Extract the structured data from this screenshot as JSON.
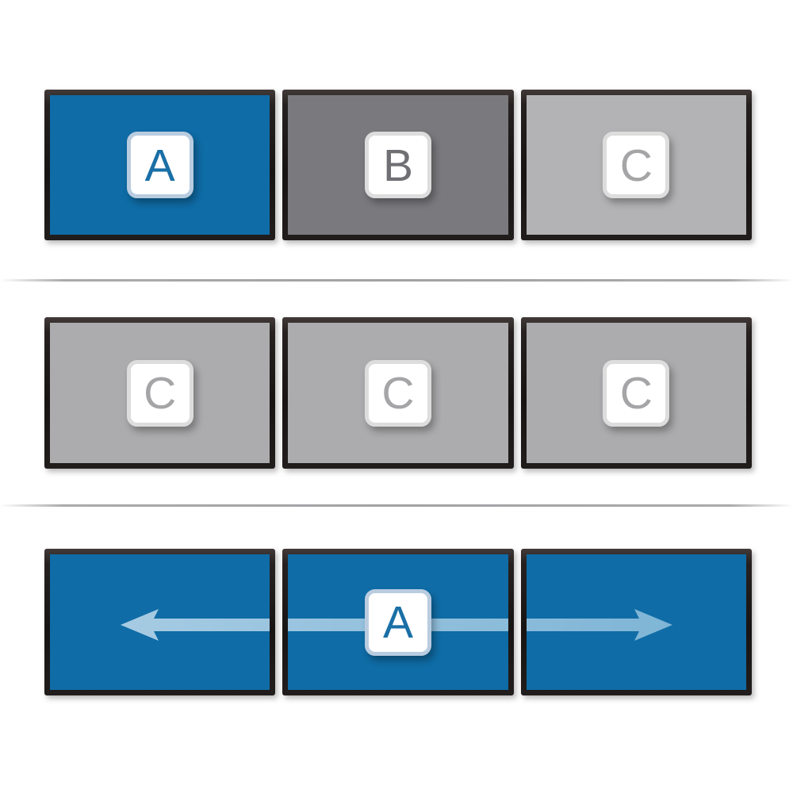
{
  "diagram": {
    "description": "Multi-monitor display mode illustration with three rows of three screens",
    "rows": [
      {
        "name": "individual-displays",
        "monitors": [
          {
            "label": "A",
            "screen_color": "#0f6ca6",
            "letter_color": "#1a6fa6"
          },
          {
            "label": "B",
            "screen_color": "#7a7a7e",
            "letter_color": "#707074"
          },
          {
            "label": "C",
            "screen_color": "#b3b3b5",
            "letter_color": "#a5a5a7"
          }
        ]
      },
      {
        "name": "clone-mode",
        "monitors": [
          {
            "label": "C",
            "screen_color": "#acacae",
            "letter_color": "#a5a5a7"
          },
          {
            "label": "C",
            "screen_color": "#acacae",
            "letter_color": "#a5a5a7"
          },
          {
            "label": "C",
            "screen_color": "#acacae",
            "letter_color": "#a5a5a7"
          }
        ]
      },
      {
        "name": "span-mode",
        "monitors": [
          {
            "label": "",
            "screen_color": "#0f6ca6"
          },
          {
            "label": "A",
            "screen_color": "#0f6ca6",
            "letter_color": "#1a6fa6"
          },
          {
            "label": "",
            "screen_color": "#0f6ca6"
          }
        ],
        "arrow": {
          "type": "double-headed-horizontal",
          "color_left": "#a6cbe3",
          "color_right": "#7fb5d6"
        }
      }
    ],
    "colors": {
      "bezel": "#1c1817",
      "badge_fill": "#ffffff",
      "badge_ring_on_blue": "#b9cce0",
      "badge_ring_on_gray": "#dddddd",
      "divider": "#a9a9a9",
      "background": "#ffffff"
    }
  }
}
